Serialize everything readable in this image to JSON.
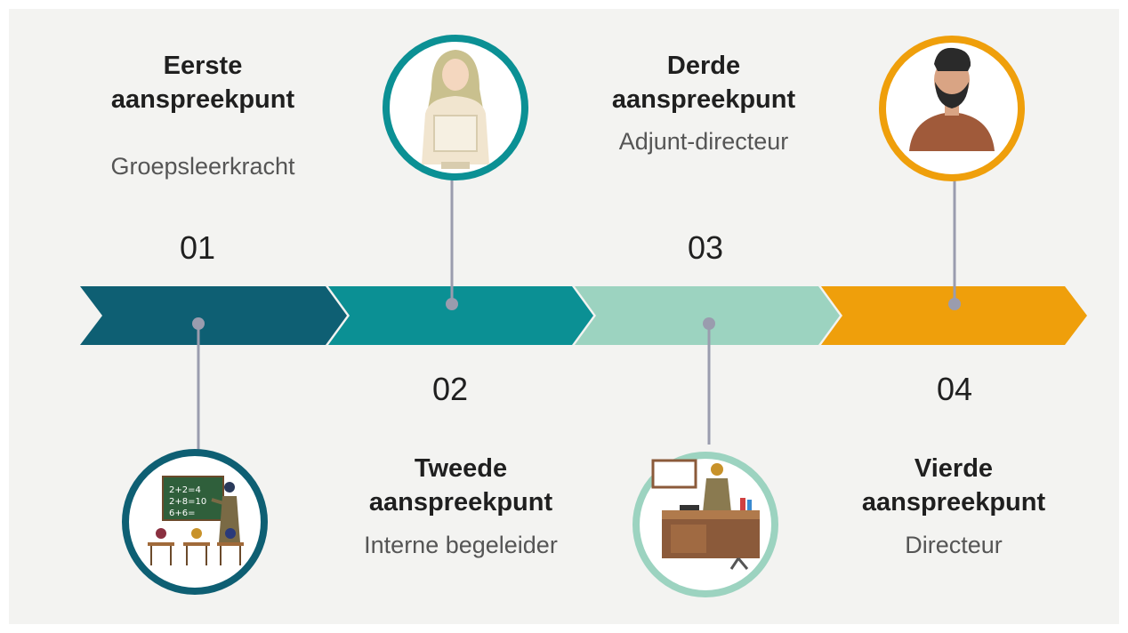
{
  "steps": [
    {
      "number": "01",
      "title_line1": "Eerste",
      "title_line2": "aanspreekpunt",
      "role": "Groepsleerkracht",
      "color": "#0e5f73",
      "icon": "teacher-classroom-icon"
    },
    {
      "number": "02",
      "title_line1": "Tweede",
      "title_line2": "aanspreekpunt",
      "role": "Interne begeleider",
      "color": "#0b9094",
      "icon": "woman-hijab-icon"
    },
    {
      "number": "03",
      "title_line1": "Derde",
      "title_line2": "aanspreekpunt",
      "role": "Adjunt-directeur",
      "color": "#9cd3c0",
      "icon": "woman-at-desk-icon"
    },
    {
      "number": "04",
      "title_line1": "Vierde",
      "title_line2": "aanspreekpunt",
      "role": "Directeur",
      "color": "#ef9f0b",
      "icon": "bearded-man-icon"
    }
  ],
  "board_text": [
    "2+2=4",
    "2+8=10",
    "6+6="
  ]
}
